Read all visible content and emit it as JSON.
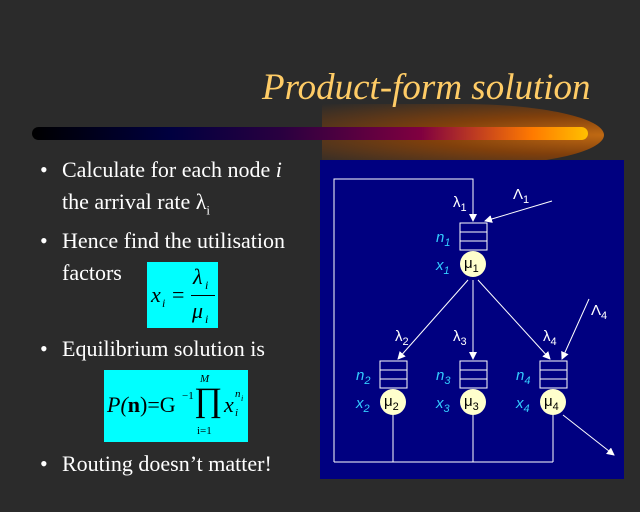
{
  "title": "Product-form solution",
  "bullets": [
    {
      "line1": "Calculate for each node ",
      "line1_var": "i",
      "line2": "the arrival rate λ",
      "line2_sub": "i"
    },
    {
      "line1": "Hence find the utilisation",
      "line2": "factors"
    },
    {
      "line1": "Equilibrium solution is"
    },
    {
      "line1": "Routing doesn’t matter!"
    }
  ],
  "formula1": {
    "lhs": "x",
    "sub": "i",
    "eq": "=",
    "num": "λ",
    "den": "μ"
  },
  "formula2": {
    "lhs": "P(",
    "bold": "n",
    ")": ")",
    "rhs": ")=G",
    "exp": "−1",
    "prod": "∏",
    "upper": "M",
    "lower": "i=1",
    "x": "x",
    "xsub": "i",
    "xsup": "n",
    "xsupsub": "i"
  },
  "diagram": {
    "lambda": [
      "λ1",
      "λ2",
      "λ3",
      "λ4"
    ],
    "Lambda": [
      "Λ1",
      "Λ4"
    ],
    "n": [
      "n1",
      "n2",
      "n3",
      "n4"
    ],
    "x": [
      "x1",
      "x2",
      "x3",
      "x4"
    ],
    "mu": [
      "μ1",
      "μ2",
      "μ3",
      "μ4"
    ],
    "colors": {
      "bg": "#000080",
      "label": "#33ccff",
      "server": "#ffffcc"
    }
  }
}
